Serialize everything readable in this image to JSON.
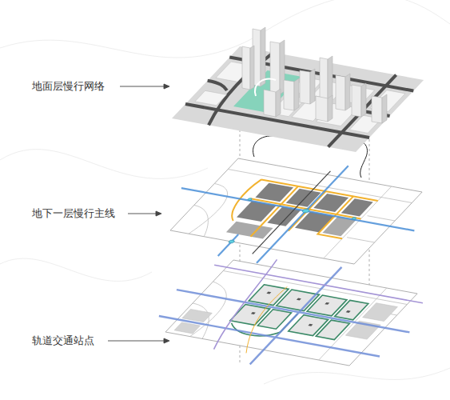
{
  "diagram": {
    "labels": [
      "地面层慢行网络",
      "地下一层慢行主线",
      "轨道交通站点"
    ]
  }
}
